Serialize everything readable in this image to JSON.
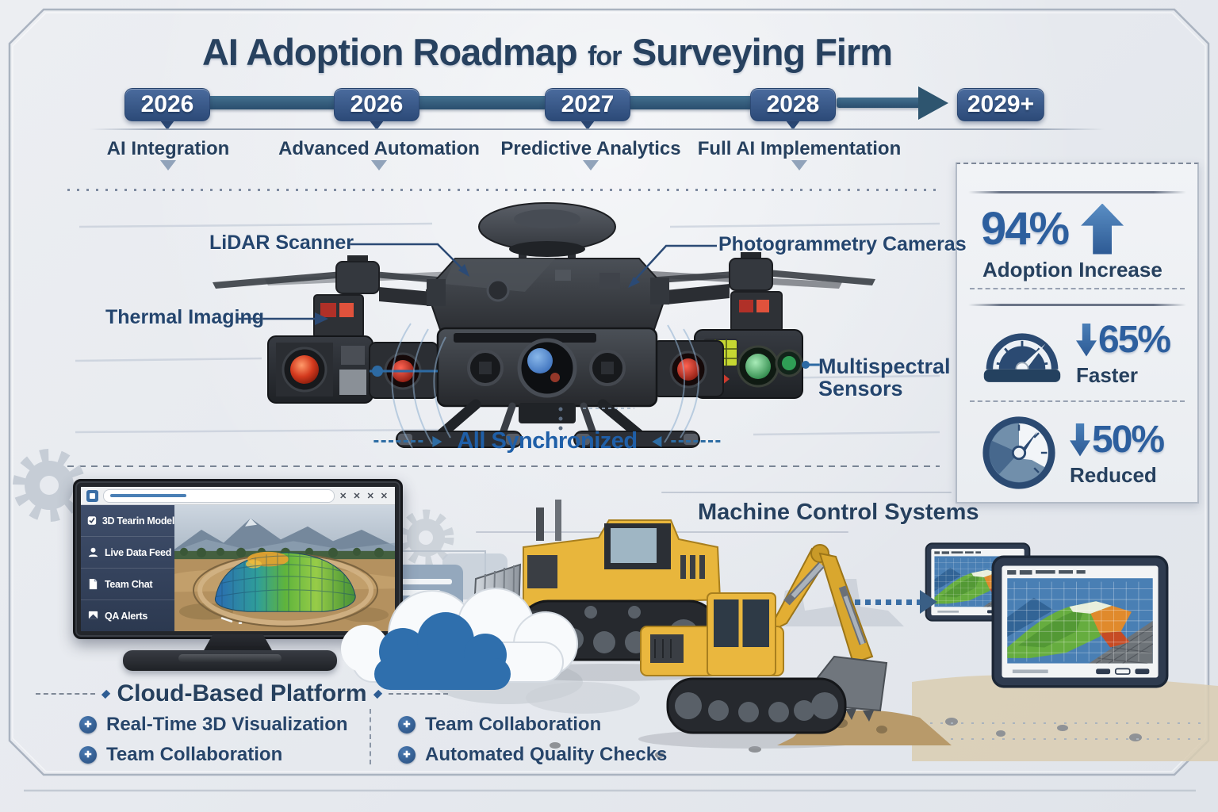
{
  "title": {
    "main": "AI Adoption Roadmap",
    "connector": "for",
    "suffix": "Surveying Firm"
  },
  "timeline": {
    "milestones": [
      {
        "year": "2026",
        "label": "AI Integration"
      },
      {
        "year": "2026",
        "label": "Advanced Automation"
      },
      {
        "year": "2027",
        "label": "Predictive Analytics"
      },
      {
        "year": "2028",
        "label": "Full AI Implementation"
      },
      {
        "year": "2029+",
        "label": ""
      }
    ]
  },
  "drone": {
    "lidar": "LiDAR Scanner",
    "thermal": "Thermal Imaging",
    "photogrammetry": "Photogrammetry Cameras",
    "multispectral": "Multispectral Sensors",
    "synchronized": "All Synchronized"
  },
  "stats": {
    "adoption": {
      "value": "94%",
      "label": "Adoption Increase"
    },
    "speed": {
      "value": "65%",
      "label": "Faster"
    },
    "cost": {
      "value": "50%",
      "label": "Reduced"
    }
  },
  "machine_control": {
    "heading": "Machine Control Systems"
  },
  "monitor": {
    "menu": [
      {
        "label": "3D Tearin Model"
      },
      {
        "label": "Live Data Feed"
      },
      {
        "label": "Team Chat"
      },
      {
        "label": "QA Alerts"
      }
    ],
    "window_controls": [
      "✕",
      "✕",
      "✕",
      "✕"
    ]
  },
  "platform": {
    "caption": "Cloud-Based Platform",
    "features_left": [
      "Real-Time 3D Visualization",
      "Team Collaboration"
    ],
    "features_right": [
      "Team Collaboration",
      "Automated Quality Checks"
    ]
  },
  "colors": {
    "navy": "#27415f",
    "accent_blue": "#2d5f9e",
    "badge_blue": "#2c4a78",
    "sync_blue": "#1f5fa8",
    "machine_yellow": "#e9b73c",
    "cloud_blue": "#2f6fad"
  }
}
